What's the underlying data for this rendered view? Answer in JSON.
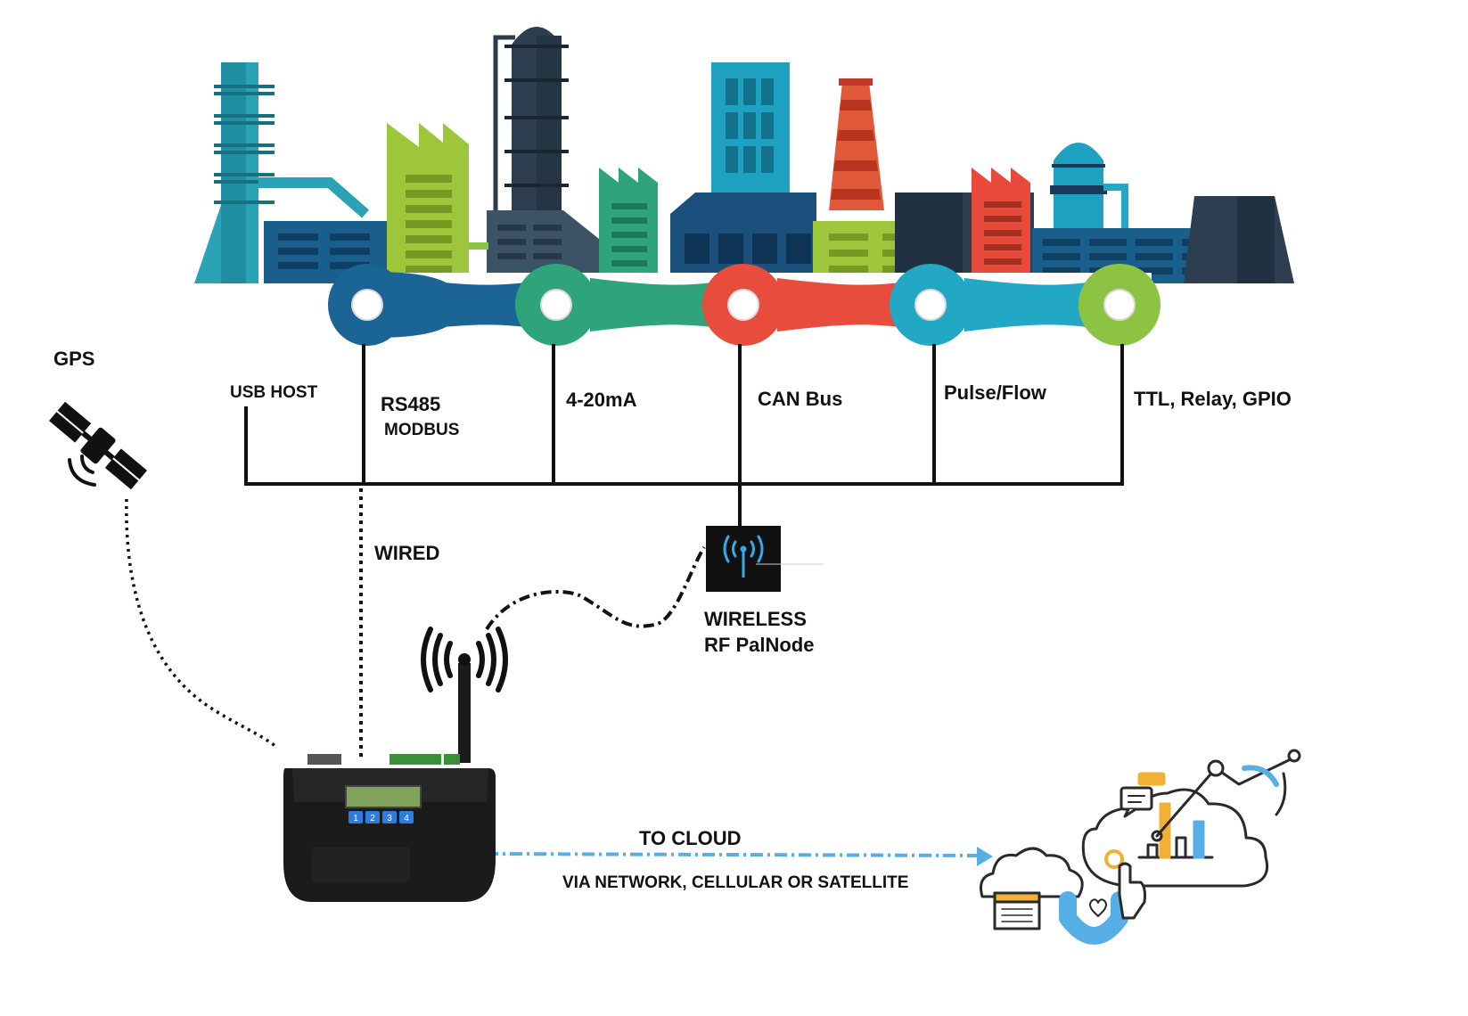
{
  "labels": {
    "gps": "GPS",
    "usb_host": "USB HOST",
    "rs485": "RS485",
    "modbus": "MODBUS",
    "ma": "4-20mA",
    "can": "CAN Bus",
    "pulse": "Pulse/Flow",
    "ttl": "TTL, Relay, GPIO",
    "wired": "WIRED",
    "wireless": "WIRELESS",
    "rf_node": "RF PalNode",
    "to_cloud": "TO CLOUD",
    "via": "VIA NETWORK, CELLULAR OR SATELLITE"
  },
  "device": {
    "keys": [
      "1",
      "2",
      "3",
      "4"
    ]
  },
  "colors": {
    "chain": [
      "#1a6496",
      "#2fa47a",
      "#e84c3d",
      "#22a8c4",
      "#8cc342"
    ],
    "cloud_accent": "#56aee6",
    "wireless_icon": "#3aa7e8"
  },
  "icons": [
    "factory-skyline",
    "satellite-icon",
    "antenna-icon",
    "rf-node-icon",
    "cloud-analytics-icon"
  ]
}
